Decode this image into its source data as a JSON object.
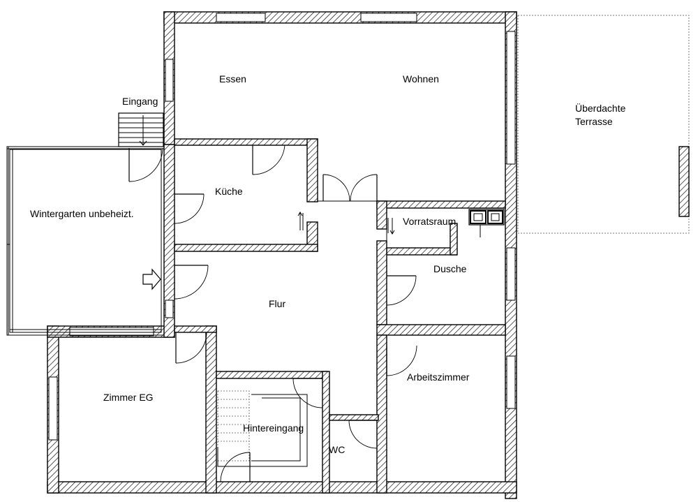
{
  "plan": {
    "rooms": {
      "essen": "Essen",
      "wohnen": "Wohnen",
      "eingang": "Eingang",
      "terrasse_line1": "Überdachte",
      "terrasse_line2": "Terrasse",
      "kueche": "Küche",
      "wintergarten": "Wintergarten unbeheizt.",
      "vorratsraum": "Vorratsraum",
      "dusche": "Dusche",
      "flur": "Flur",
      "arbeitszimmer": "Arbeitszimmer",
      "zimmer_eg": "Zimmer EG",
      "hintereingang": "Hintereingang",
      "wc": "WC"
    },
    "colors": {
      "line": "#000000",
      "background": "#ffffff"
    }
  }
}
